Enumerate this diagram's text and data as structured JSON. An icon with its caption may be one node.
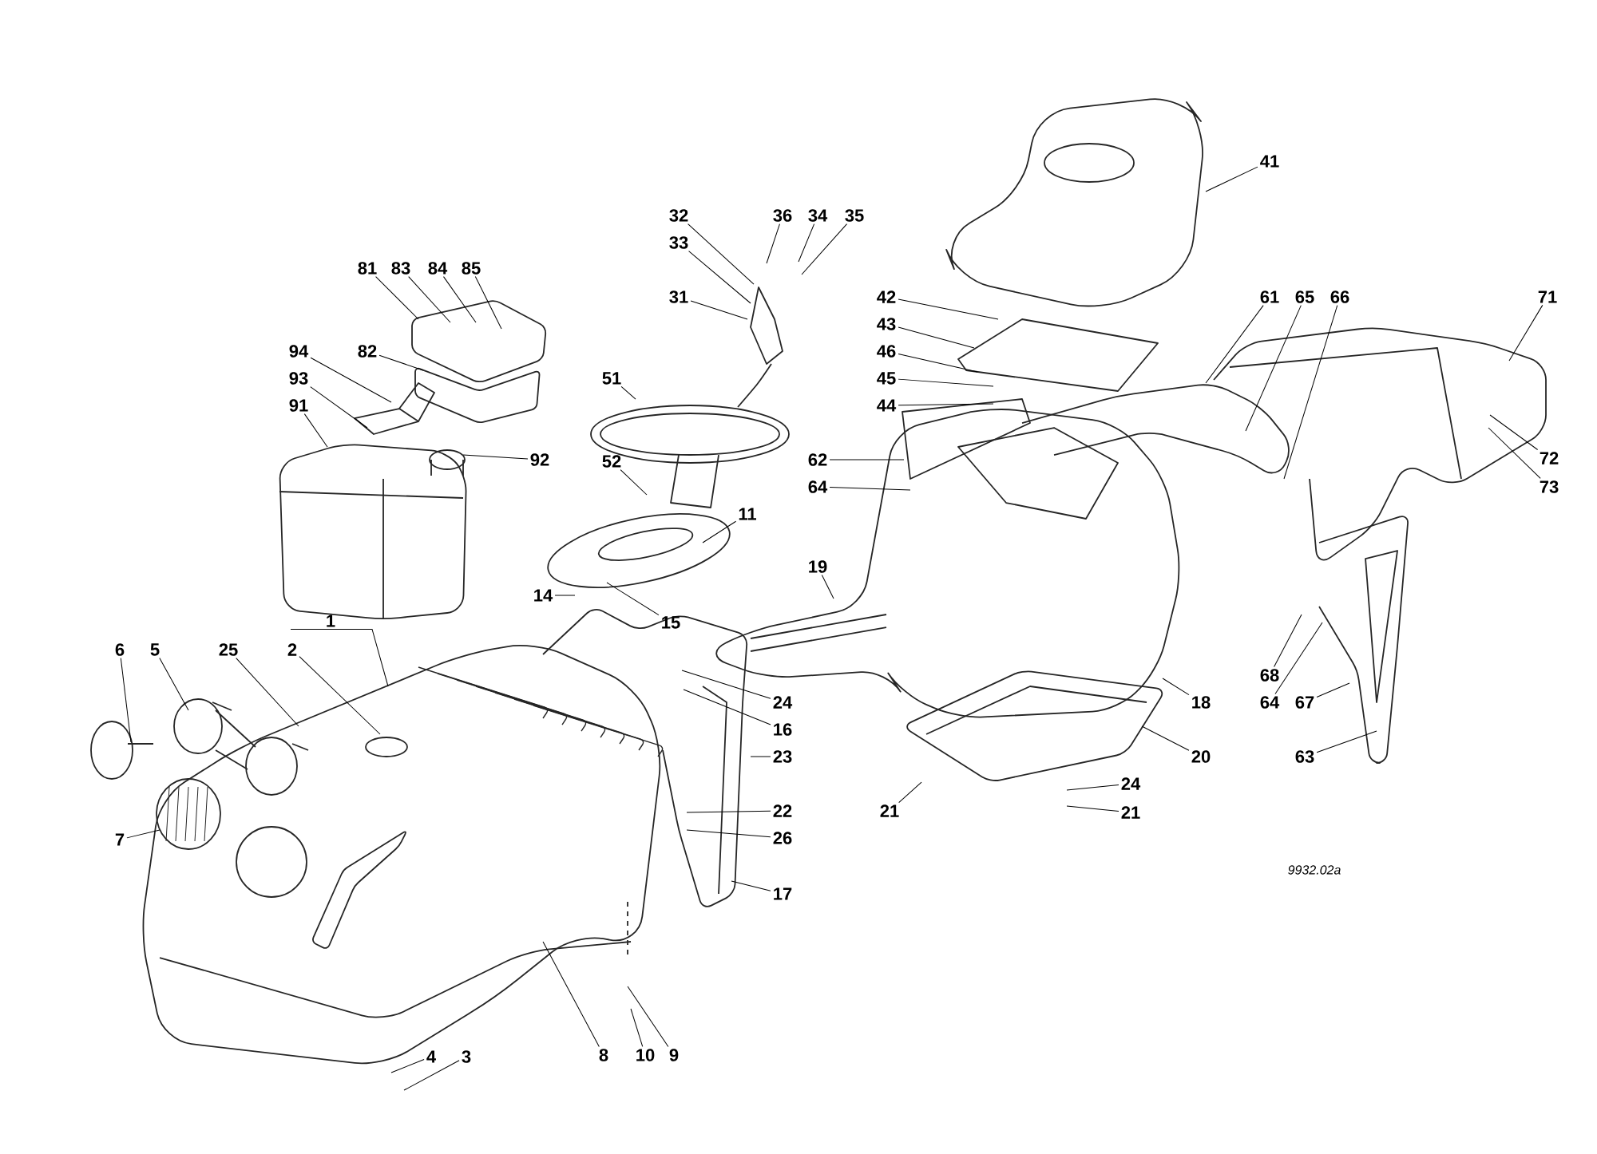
{
  "diagram": {
    "nodes": [
      {
        "text": [
          "81"
        ]
      },
      {
        "text": [
          "83"
        ]
      },
      {
        "text": [
          "84"
        ]
      },
      {
        "text": [
          "85"
        ]
      },
      {
        "text": [
          "32"
        ]
      },
      {
        "text": [
          "36"
        ]
      },
      {
        "text": [
          "34"
        ]
      },
      {
        "text": [
          "35"
        ]
      },
      {
        "text": [
          "41"
        ]
      },
      {
        "text": [
          "33"
        ]
      },
      {
        "text": [
          "31"
        ]
      },
      {
        "text": [
          "42"
        ]
      },
      {
        "text": [
          "61"
        ]
      },
      {
        "text": [
          "65"
        ]
      },
      {
        "text": [
          "66"
        ]
      },
      {
        "text": [
          "71"
        ]
      },
      {
        "text": [
          "43"
        ]
      },
      {
        "text": [
          "94"
        ]
      },
      {
        "text": [
          "82"
        ]
      },
      {
        "text": [
          "46"
        ]
      },
      {
        "text": [
          "93"
        ]
      },
      {
        "text": [
          "51"
        ]
      },
      {
        "text": [
          "45"
        ]
      },
      {
        "text": [
          "91"
        ]
      },
      {
        "text": [
          "44"
        ]
      },
      {
        "text": [
          "62"
        ]
      },
      {
        "text": [
          "92"
        ]
      },
      {
        "text": [
          "52"
        ]
      },
      {
        "text": [
          "72"
        ]
      },
      {
        "text": [
          "64"
        ]
      },
      {
        "text": [
          "73"
        ]
      },
      {
        "text": [
          "11"
        ]
      },
      {
        "text": [
          "19"
        ]
      },
      {
        "text": [
          "14"
        ]
      },
      {
        "text": [
          "1"
        ]
      },
      {
        "text": [
          "15"
        ]
      },
      {
        "text": [
          "6"
        ]
      },
      {
        "text": [
          "5"
        ]
      },
      {
        "text": [
          "25"
        ]
      },
      {
        "text": [
          "2"
        ]
      },
      {
        "text": [
          "68"
        ]
      },
      {
        "text": [
          "24"
        ]
      },
      {
        "text": [
          "18"
        ]
      },
      {
        "text": [
          "64"
        ]
      },
      {
        "text": [
          "67"
        ]
      },
      {
        "text": [
          "16"
        ]
      },
      {
        "text": [
          "23"
        ]
      },
      {
        "text": [
          "20"
        ]
      },
      {
        "text": [
          "63"
        ]
      },
      {
        "text": [
          "24"
        ]
      },
      {
        "text": [
          "21"
        ]
      },
      {
        "text": [
          "22"
        ]
      },
      {
        "text": [
          "21"
        ]
      },
      {
        "text": [
          "26"
        ]
      },
      {
        "text": [
          "7"
        ]
      },
      {
        "text": [
          "17"
        ]
      },
      {
        "text": [
          "8"
        ]
      },
      {
        "text": [
          "4"
        ]
      },
      {
        "text": [
          "3"
        ]
      },
      {
        "text": [
          "10"
        ]
      },
      {
        "text": [
          "9"
        ]
      }
    ],
    "edges": [
      {
        "from": 0,
        "to": null,
        "arrow": "none"
      },
      {
        "from": 1,
        "to": null,
        "arrow": "none"
      },
      {
        "from": 2,
        "to": null,
        "arrow": "none"
      },
      {
        "from": 3,
        "to": null,
        "arrow": "none"
      },
      {
        "from": 4,
        "to": null,
        "arrow": "none"
      },
      {
        "from": 5,
        "to": null,
        "arrow": "none"
      },
      {
        "from": 6,
        "to": null,
        "arrow": "none"
      },
      {
        "from": 7,
        "to": null,
        "arrow": "none"
      },
      {
        "from": 8,
        "to": null,
        "arrow": "none"
      },
      {
        "from": 9,
        "to": null,
        "arrow": "none"
      },
      {
        "from": 10,
        "to": null,
        "arrow": "none"
      },
      {
        "from": 11,
        "to": null,
        "arrow": "none"
      },
      {
        "from": 12,
        "to": null,
        "arrow": "none"
      },
      {
        "from": 13,
        "to": null,
        "arrow": "none"
      },
      {
        "from": 14,
        "to": null,
        "arrow": "none"
      },
      {
        "from": 15,
        "to": null,
        "arrow": "none"
      },
      {
        "from": 16,
        "to": null,
        "arrow": "none"
      },
      {
        "from": 17,
        "to": null,
        "arrow": "none"
      },
      {
        "from": 18,
        "to": null,
        "arrow": "none"
      },
      {
        "from": 19,
        "to": null,
        "arrow": "none"
      },
      {
        "from": 20,
        "to": null,
        "arrow": "none"
      },
      {
        "from": 21,
        "to": null,
        "arrow": "none"
      },
      {
        "from": 22,
        "to": null,
        "arrow": "none"
      },
      {
        "from": 23,
        "to": null,
        "arrow": "none"
      },
      {
        "from": 24,
        "to": null,
        "arrow": "none"
      },
      {
        "from": 25,
        "to": null,
        "arrow": "none"
      },
      {
        "from": 26,
        "to": null,
        "arrow": "none"
      },
      {
        "from": 27,
        "to": null,
        "arrow": "none"
      },
      {
        "from": 28,
        "to": null,
        "arrow": "none"
      },
      {
        "from": 29,
        "to": null,
        "arrow": "none"
      },
      {
        "from": 30,
        "to": null,
        "arrow": "none"
      },
      {
        "from": 31,
        "to": null,
        "arrow": "none"
      },
      {
        "from": 32,
        "to": null,
        "arrow": "none"
      },
      {
        "from": 33,
        "to": null,
        "arrow": "none"
      },
      {
        "from": 34,
        "to": null,
        "arrow": "none"
      },
      {
        "from": 35,
        "to": null,
        "arrow": "none"
      },
      {
        "from": 36,
        "to": null,
        "arrow": "none"
      },
      {
        "from": 37,
        "to": null,
        "arrow": "none"
      },
      {
        "from": 38,
        "to": null,
        "arrow": "none"
      },
      {
        "from": 39,
        "to": null,
        "arrow": "none"
      },
      {
        "from": 40,
        "to": null,
        "arrow": "none"
      },
      {
        "from": 41,
        "to": null,
        "arrow": "none"
      },
      {
        "from": 42,
        "to": null,
        "arrow": "none"
      },
      {
        "from": 43,
        "to": null,
        "arrow": "none"
      },
      {
        "from": 44,
        "to": null,
        "arrow": "none"
      },
      {
        "from": 45,
        "to": null,
        "arrow": "none"
      },
      {
        "from": 46,
        "to": null,
        "arrow": "none"
      },
      {
        "from": 47,
        "to": null,
        "arrow": "none"
      },
      {
        "from": 48,
        "to": null,
        "arrow": "none"
      },
      {
        "from": 49,
        "to": null,
        "arrow": "none"
      },
      {
        "from": 50,
        "to": null,
        "arrow": "none"
      },
      {
        "from": 51,
        "to": null,
        "arrow": "none"
      },
      {
        "from": 52,
        "to": null,
        "arrow": "none"
      },
      {
        "from": 53,
        "to": null,
        "arrow": "none"
      },
      {
        "from": 54,
        "to": null,
        "arrow": "none"
      },
      {
        "from": 55,
        "to": null,
        "arrow": "none"
      },
      {
        "from": 56,
        "to": null,
        "arrow": "none"
      },
      {
        "from": 57,
        "to": null,
        "arrow": "none"
      },
      {
        "from": 58,
        "to": null,
        "arrow": "none"
      },
      {
        "from": 59,
        "to": null,
        "arrow": "none"
      },
      {
        "from": 60,
        "to": null,
        "arrow": "none"
      }
    ],
    "labels": [
      "9932.02a"
    ]
  }
}
